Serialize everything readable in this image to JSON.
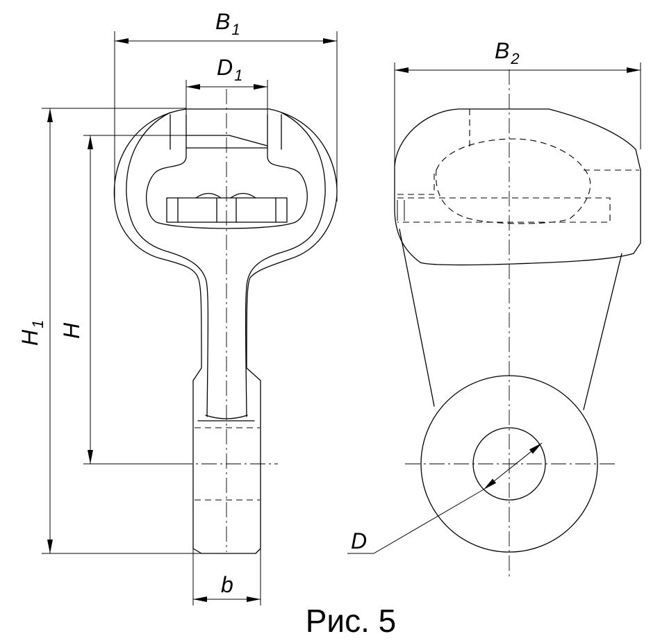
{
  "caption": "Рис. 5",
  "dimensions": {
    "b1": {
      "letter": "B",
      "sub": "1"
    },
    "d1": {
      "letter": "D",
      "sub": "1"
    },
    "b2": {
      "letter": "B",
      "sub": "2"
    },
    "h1": {
      "letter": "H",
      "sub": "1"
    },
    "h": {
      "letter": "H"
    },
    "b": {
      "letter": "b"
    },
    "d": {
      "letter": "D"
    }
  }
}
